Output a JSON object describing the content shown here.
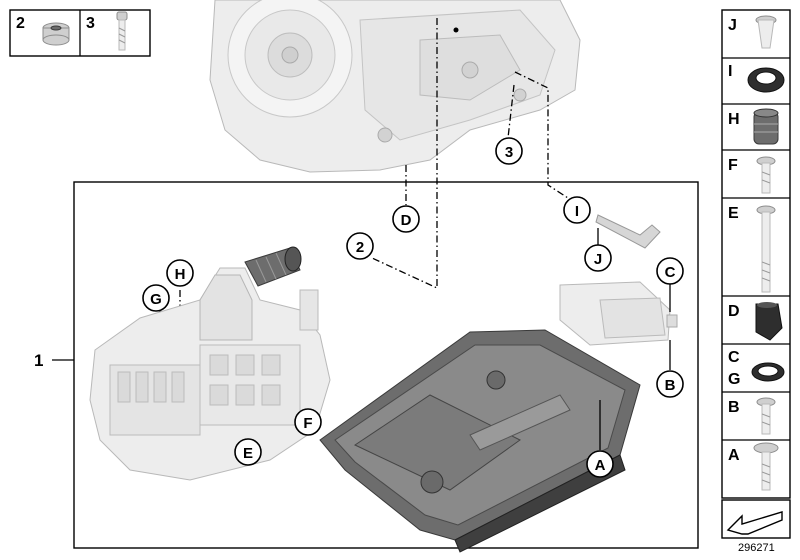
{
  "top_left_box": {
    "items": [
      {
        "number": "2",
        "icon": "plug-screw-icon"
      },
      {
        "number": "3",
        "icon": "bolt-icon"
      }
    ]
  },
  "main_item_label": "1",
  "callouts": {
    "D_top": "D",
    "two": "2",
    "three": "3",
    "I": "I",
    "J": "J",
    "C": "C",
    "B": "B",
    "A": "A",
    "E": "E",
    "F": "F",
    "G": "G",
    "H": "H"
  },
  "legend": [
    {
      "letter": "J",
      "part": "sleeve-icon"
    },
    {
      "letter": "I",
      "part": "seal-ring-icon"
    },
    {
      "letter": "H",
      "part": "adapter-sleeve-icon"
    },
    {
      "letter": "F",
      "part": "short-screw-icon"
    },
    {
      "letter": "E",
      "part": "long-screw-icon"
    },
    {
      "letter": "D",
      "part": "plug-connector-icon"
    },
    {
      "letter": "C",
      "letter2": "G",
      "part": "o-ring-icon"
    },
    {
      "letter": "B",
      "part": "torx-screw-icon"
    },
    {
      "letter": "A",
      "part": "collar-screw-icon"
    }
  ],
  "diagram_id": "296271"
}
